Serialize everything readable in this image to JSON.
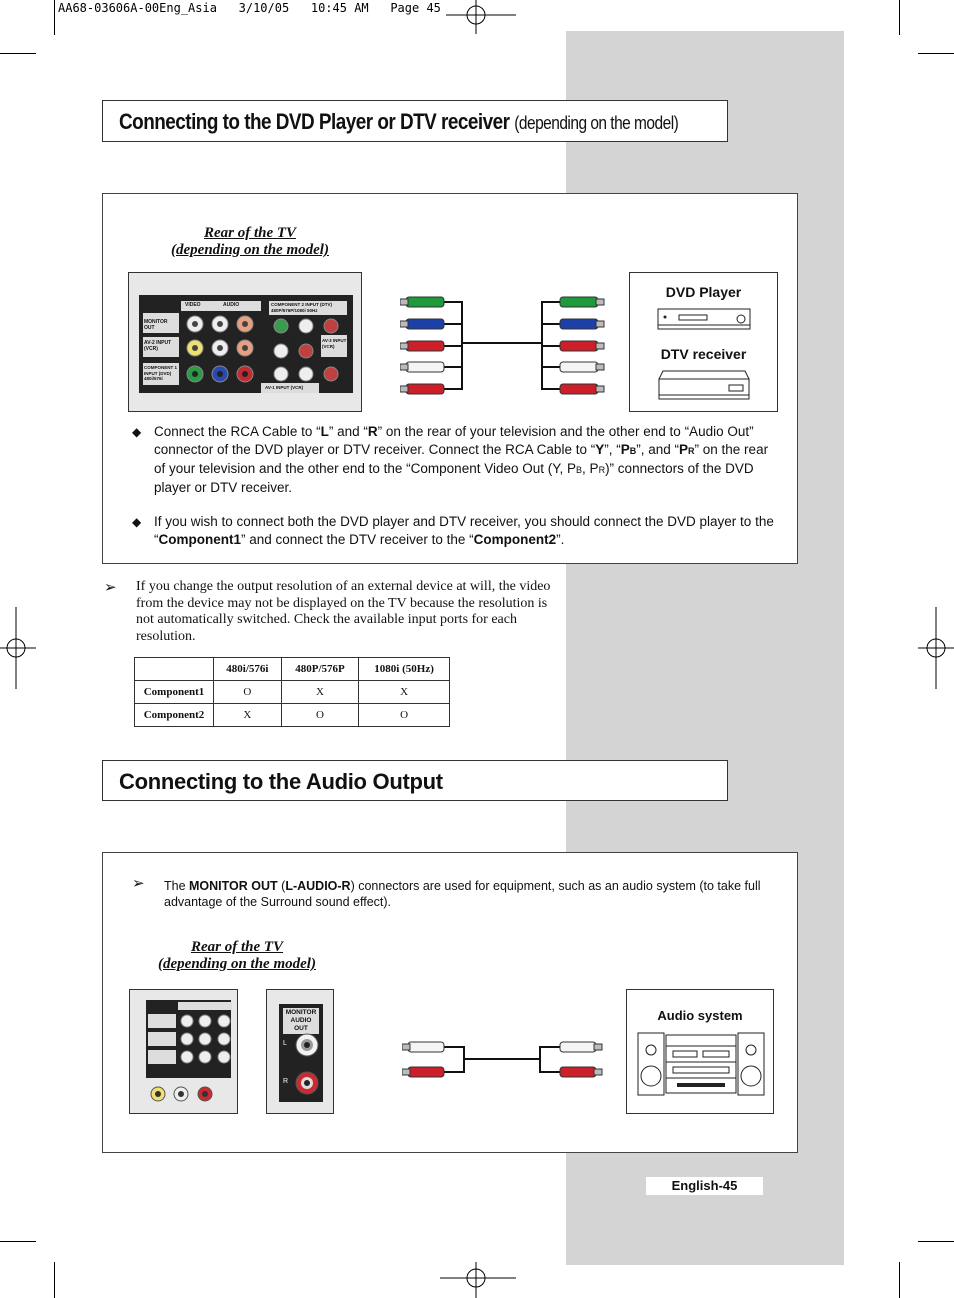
{
  "print_header": "AA68-03606A-00Eng_Asia   3/10/05   10:45 AM   Page 45",
  "section1": {
    "title_main": "Connecting to the DVD Player or DTV receiver",
    "title_sub": "(depending on the model)",
    "rear_label_1": "Rear of the TV",
    "rear_label_2": "(depending on the model)",
    "panel_labels": {
      "video": "VIDEO",
      "audio": "AUDIO",
      "monitor_out": "MONITOR OUT",
      "av2": "AV-2 INPUT (VCR)",
      "component2": "COMPONENT 2 INPUT (DTV) 480P/576P/1080i 50Hz",
      "av3": "AV-3 INPUT (VCR)",
      "component1": "COMPONENT 1 INPUT (DVD) 480i/576i",
      "av1": "AV-1 INPUT (VCR)"
    },
    "device_dvd": "DVD Player",
    "device_dtv": "DTV receiver",
    "bullet1": {
      "t1": "Connect the RCA Cable to “",
      "b1": "L",
      "t2": "” and “",
      "b2": "R",
      "t3": "” on the rear of your television and the other end to “Audio Out” connector of the DVD player or DTV receiver. Connect the RCA Cable to “",
      "b3": "Y",
      "t4": "”, “",
      "b4": "P",
      "b4s": "B",
      "t5": "”, and “",
      "b5": "P",
      "b5s": "R",
      "t6": "” on the rear of your television and the other end to the “Component Video Out (Y, P",
      "s6": "B",
      "t7": ", P",
      "s7": "R",
      "t8": ")” connectors of the DVD player or DTV receiver."
    },
    "bullet2": {
      "t1": "If you wish to connect both the DVD player and DTV receiver, you should connect the DVD player to the “",
      "b1": "Component1",
      "t2": "” and connect the DTV receiver to the “",
      "b2": "Component2",
      "t3": "”."
    },
    "note": "If you change the output resolution of an external device at will, the video from the device may not be displayed on the TV because the resolution is not automatically switched. Check the available input ports for each resolution.",
    "table": {
      "headers": [
        "",
        "480i/576i",
        "480P/576P",
        "1080i (50Hz)"
      ],
      "rows": [
        [
          "Component1",
          "O",
          "X",
          "X"
        ],
        [
          "Component2",
          "X",
          "O",
          "O"
        ]
      ]
    }
  },
  "section2": {
    "title": "Connecting to the Audio Output",
    "note_t1": "The ",
    "note_b1": "MONITOR OUT",
    "note_t2": " (",
    "note_b2": "L-AUDIO-R",
    "note_t3": ") connectors are used for equipment, such as an audio system (to take full advantage of the Surround sound effect).",
    "rear_label_1": "Rear of the TV",
    "rear_label_2": "(depending on the model)",
    "monitor_label": "MONITOR AUDIO OUT",
    "l_label": "L",
    "r_label": "R",
    "device_audio": "Audio system"
  },
  "page_number": "English-45",
  "colors": {
    "sidebar_gray": "#d4d4d4",
    "rca_green": "#1f9a3a",
    "rca_blue": "#1c3fa8",
    "rca_red": "#cc1f2a",
    "rca_white": "#f4f4f4"
  }
}
